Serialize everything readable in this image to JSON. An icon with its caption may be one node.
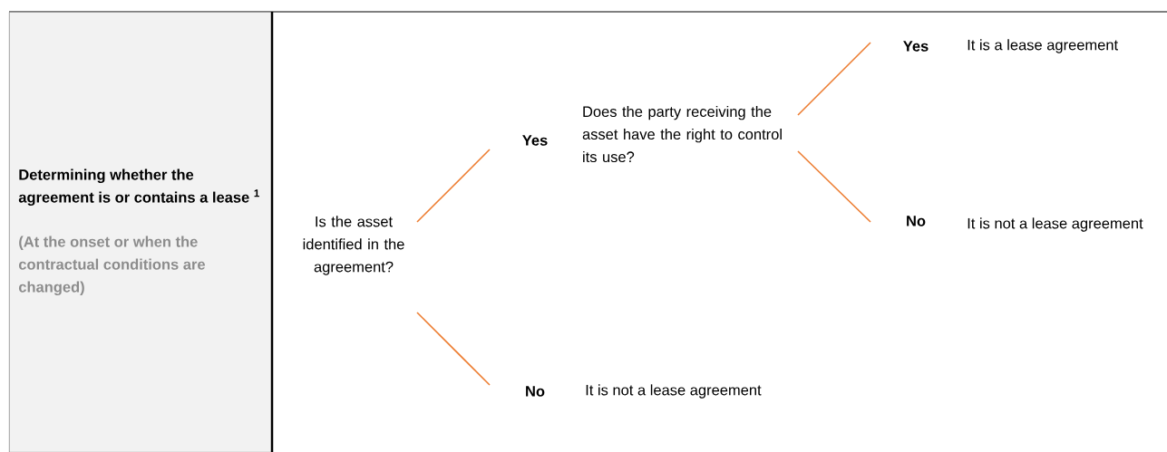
{
  "diagram": {
    "nodes": [
      {
        "text": [
          "Determining whether the agreement is or contains a lease $^{1}$",
          "(At the onset or when the contractual conditions are changed)"
        ]
      },
      {
        "text": [
          "Is the asset identified in the agreement?"
        ]
      },
      {
        "text": [
          "Yes"
        ]
      },
      {
        "text": [
          "No"
        ],
        "beside": [
          "It is not a lease agreement"
        ]
      },
      {
        "text": [
          "Does the party receiving the asset have the right to control its use?"
        ]
      },
      {
        "text": [
          "Yes"
        ],
        "beside": [
          "It is a lease agreement"
        ]
      },
      {
        "text": [
          "No"
        ],
        "beside": [
          "It is not a lease agreement"
        ]
      }
    ],
    "edges": [
      {
        "from": 1,
        "to": 2,
        "arrow": "none"
      },
      {
        "from": 1,
        "to": 3,
        "arrow": "none"
      },
      {
        "from": 4,
        "to": 5,
        "arrow": "none"
      },
      {
        "from": 4,
        "to": 6,
        "arrow": "none"
      }
    ]
  }
}
